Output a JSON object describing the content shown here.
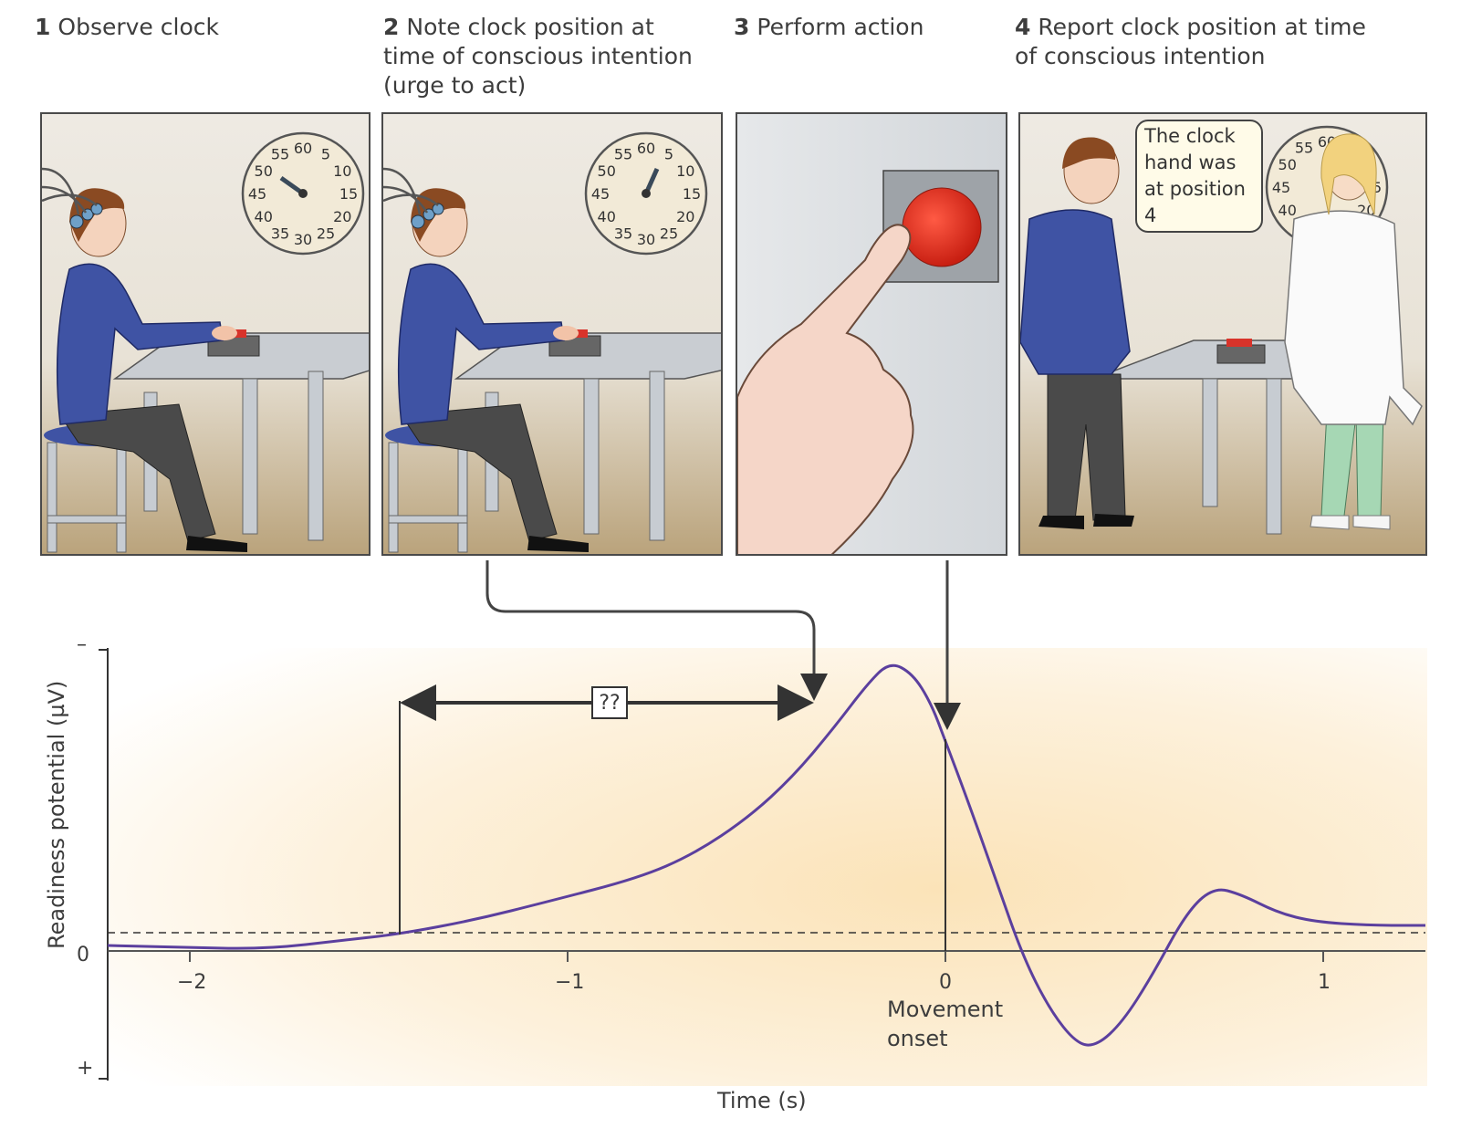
{
  "steps": [
    {
      "num": "1",
      "text": "Observe clock"
    },
    {
      "num": "2",
      "text": "Note clock position at time of conscious intention (urge to act)"
    },
    {
      "num": "3",
      "text": "Perform action"
    },
    {
      "num": "4",
      "text": "Report clock position at time of conscious intention"
    }
  ],
  "clock_numbers": [
    "60",
    "5",
    "10",
    "15",
    "20",
    "25",
    "30",
    "35",
    "40",
    "45",
    "50",
    "55"
  ],
  "speech_bubble": "The clock hand was at position 4",
  "graph": {
    "ylabel": "Readiness potential (µV)",
    "xlabel": "Time (s)",
    "y_minus": "–",
    "y_zero": "0",
    "y_plus": "+",
    "xticks": [
      "−2",
      "−1",
      "0",
      "1"
    ],
    "movement_label": "Movement onset",
    "interval_label": "??",
    "colors": {
      "curve": "#5b3f9e",
      "background": "#fbe6c4"
    }
  }
}
